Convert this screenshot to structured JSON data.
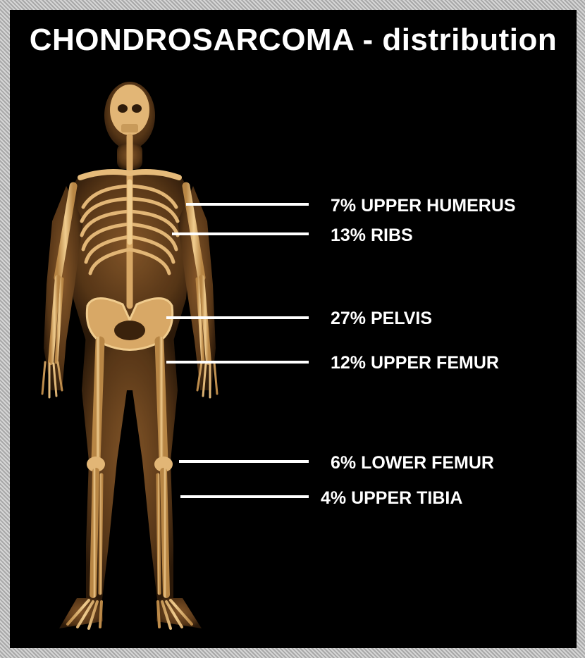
{
  "title": "CHONDROSARCOMA - distribution",
  "labels": [
    {
      "id": "upper-humerus",
      "text": "7% UPPER HUMERUS",
      "percent": 7
    },
    {
      "id": "ribs",
      "text": "13% RIBS",
      "percent": 13
    },
    {
      "id": "pelvis",
      "text": "27% PELVIS",
      "percent": 27
    },
    {
      "id": "upper-femur",
      "text": "12% UPPER FEMUR",
      "percent": 12
    },
    {
      "id": "lower-femur",
      "text": "6% LOWER FEMUR",
      "percent": 6
    },
    {
      "id": "upper-tibia",
      "text": "4% UPPER TIBIA",
      "percent": 4
    }
  ],
  "colors": {
    "background": "#000000",
    "text": "#ffffff",
    "skin": "#5a3818",
    "bone": "#e2b676",
    "frame": "#b8b8b8"
  }
}
